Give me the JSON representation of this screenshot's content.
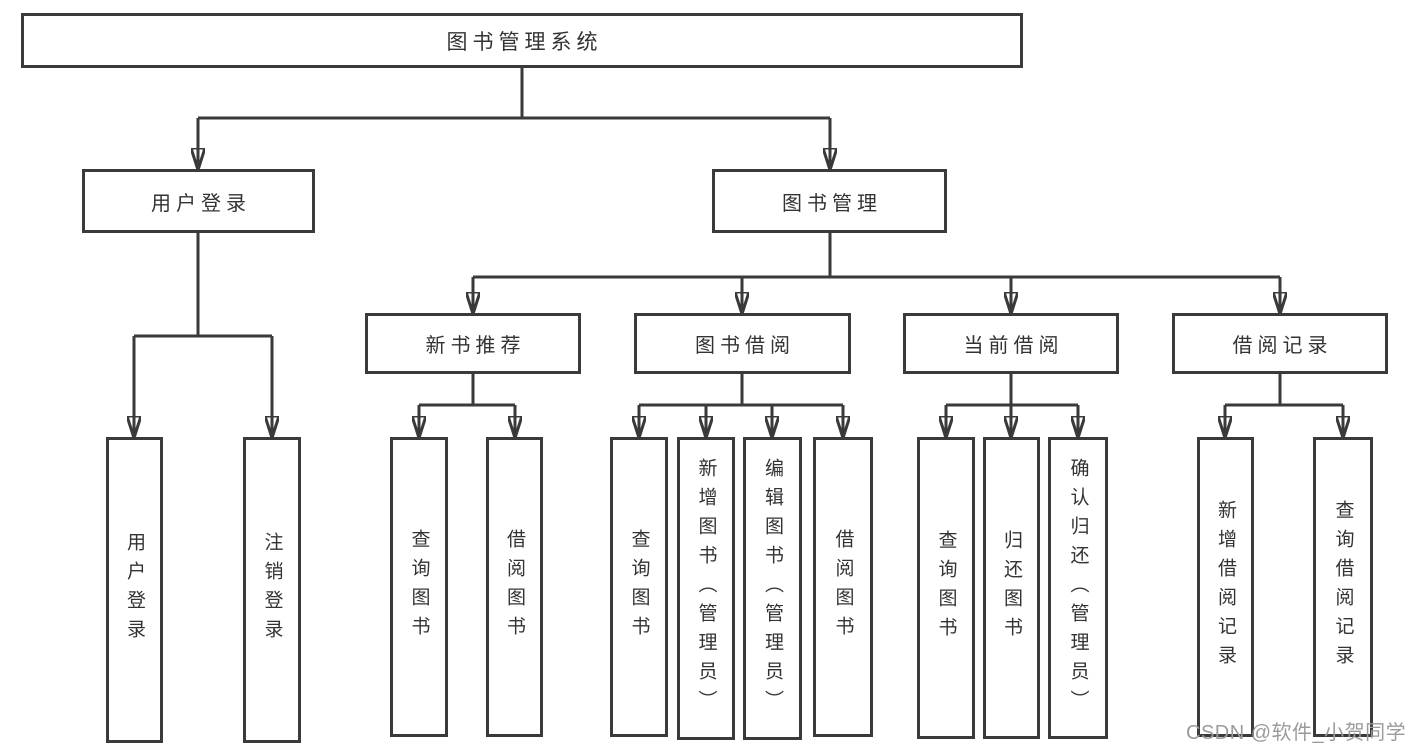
{
  "diagram_type": "hierarchy-tree",
  "colors": {
    "background": "#ffffff",
    "line": "#3a3a3a",
    "box_border": "#3a3a3a",
    "box_fill": "#ffffff",
    "text": "#333333",
    "watermark": "#9b9b9b"
  },
  "nodes": {
    "root": "图书管理系统",
    "level2": [
      "用户登录",
      "图书管理"
    ],
    "level3": [
      "新书推荐",
      "图书借阅",
      "当前借阅",
      "借阅记录"
    ],
    "user_login_children": [
      "用户登录",
      "注销登录"
    ],
    "new_book_children": [
      "查询图书",
      "借阅图书"
    ],
    "book_borrow_children": [
      "查询图书",
      "新增图书（管理员）",
      "编辑图书（管理员）",
      "借阅图书"
    ],
    "current_borrow_children": [
      "查询图书",
      "归还图书",
      "确认归还（管理员）"
    ],
    "records_children": [
      "新增借阅记录",
      "查询借阅记录"
    ]
  },
  "watermark": {
    "text": "CSDN @软件_小贺同学"
  }
}
